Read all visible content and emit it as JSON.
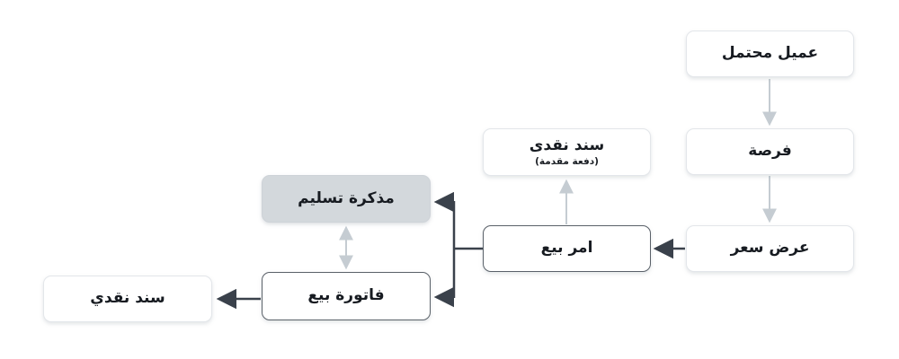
{
  "diagram": {
    "type": "flowchart",
    "direction": "rtl",
    "nodes": [
      {
        "id": "prospect",
        "label": "عميل محتمل",
        "style": "light"
      },
      {
        "id": "opportunity",
        "label": "فرصة",
        "style": "light"
      },
      {
        "id": "quotation",
        "label": "عرض سعر",
        "style": "light"
      },
      {
        "id": "advance-cash-receipt",
        "label": "سند نقدى",
        "sublabel": "(دفعة مقدمة)",
        "style": "light"
      },
      {
        "id": "sales-order",
        "label": "امر بيع",
        "style": "strong-border"
      },
      {
        "id": "delivery-note",
        "label": "مذكرة تسليم",
        "style": "gray-filled"
      },
      {
        "id": "sales-invoice",
        "label": "فاتورة بيع",
        "style": "strong-border"
      },
      {
        "id": "cash-receipt",
        "label": "سند نقدي",
        "style": "light"
      }
    ],
    "edges": [
      {
        "from": "prospect",
        "to": "opportunity",
        "style": "light",
        "bidirectional": false
      },
      {
        "from": "opportunity",
        "to": "quotation",
        "style": "light",
        "bidirectional": false
      },
      {
        "from": "quotation",
        "to": "sales-order",
        "style": "dark",
        "bidirectional": false
      },
      {
        "from": "sales-order",
        "to": "advance-cash-receipt",
        "style": "light",
        "bidirectional": false
      },
      {
        "from": "sales-order",
        "to": "delivery-note",
        "style": "dark",
        "bidirectional": false
      },
      {
        "from": "sales-order",
        "to": "sales-invoice",
        "style": "dark",
        "bidirectional": false
      },
      {
        "from": "delivery-note",
        "to": "sales-invoice",
        "style": "light",
        "bidirectional": true
      },
      {
        "from": "sales-invoice",
        "to": "cash-receipt",
        "style": "dark",
        "bidirectional": false
      }
    ],
    "colors": {
      "background": "#ffffff",
      "node_fill": "#ffffff",
      "node_fill_gray": "#d3d8dc",
      "node_border_light": "#e3e6ea",
      "node_border_strong": "#5a6169",
      "arrow_light": "#c5ccd2",
      "arrow_dark": "#3a414b",
      "text": "#171b21"
    }
  }
}
